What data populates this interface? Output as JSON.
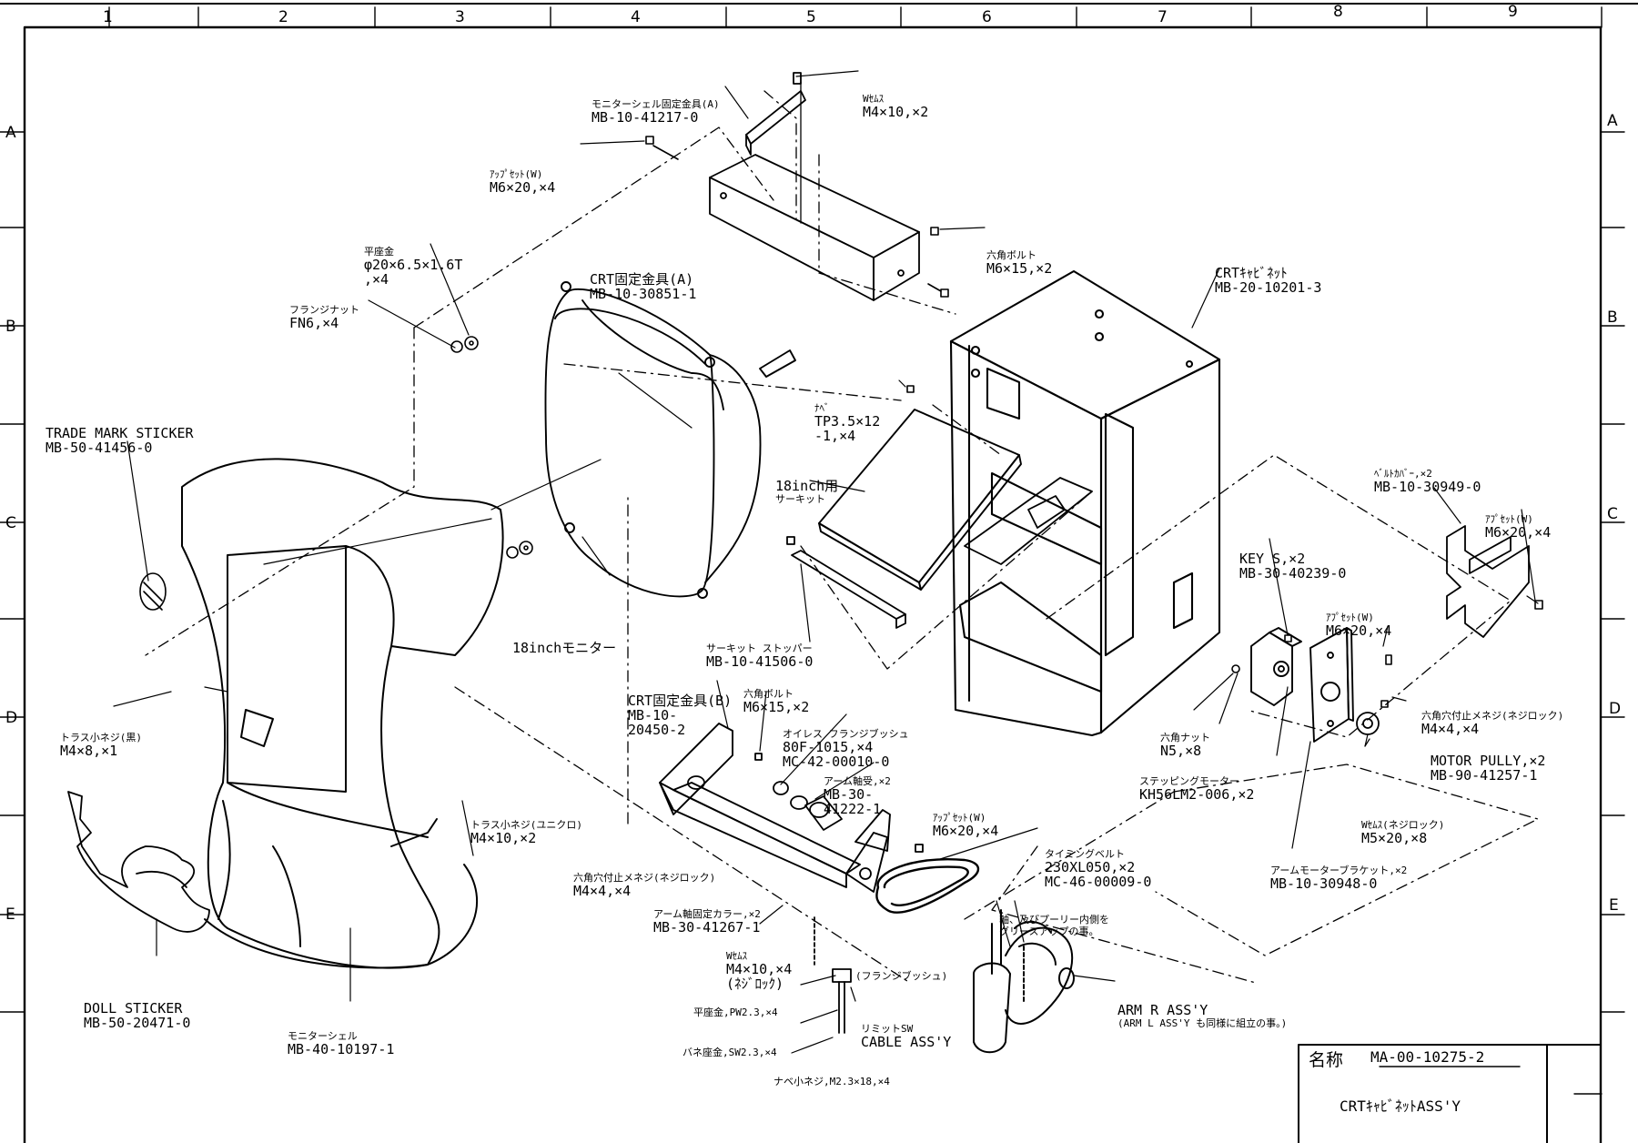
{
  "drawing": {
    "col_markers": [
      "1",
      "2",
      "3",
      "4",
      "5",
      "6",
      "7",
      "8",
      "9"
    ],
    "row_markers": [
      "A",
      "B",
      "C",
      "D",
      "E"
    ],
    "title_block": {
      "name_label": "名称",
      "drawing_number": "MA-00-10275-2",
      "title": "CRTｷｬﾋﾞﾈｯﾄASS'Y"
    }
  },
  "parts": {
    "monitor_shell_bracket_a": {
      "name": "モニターシェル固定金具(A)",
      "code": "MB-10-41217-0"
    },
    "w_sems_top": {
      "name": "Wｾﾑｽ",
      "code": "M4×10,×2"
    },
    "upset_w_top": {
      "name": "ｱｯﾌﾟｾｯﾄ(W)",
      "code": "M6×20,×4"
    },
    "flat_washer": {
      "name": "平座金",
      "line2": "φ20×6.5×1.6T",
      "line3": ",×4"
    },
    "hex_bolt_top": {
      "name": "六角ボルト",
      "code": "M6×15,×2"
    },
    "crt_bracket_a": {
      "name": "CRT固定金具(A)",
      "code": "MB-10-30851-1"
    },
    "flange_nut": {
      "name": "フランジナット",
      "code": "FN6,×4"
    },
    "crt_cabinet": {
      "name": "CRTｷｬﾋﾞﾈｯﾄ",
      "code": "MB-20-10201-3"
    },
    "pan_screw": {
      "name": "ﾅﾍﾞ",
      "line2": "TP3.5×12",
      "line3": "-1,×4"
    },
    "trade_mark_sticker": {
      "name": "TRADE MARK STICKER",
      "code": "MB-50-41456-0"
    },
    "circuit_18": {
      "name": "18inch用",
      "line2": "サーキット"
    },
    "belt_cover": {
      "name": "ﾍﾞﾙﾄｶﾊﾞｰ,×2",
      "code": "MB-10-30949-0"
    },
    "upset_w_right": {
      "name": "ｱﾌﾟｾｯﾄ(W)",
      "code": "M6×20,×4"
    },
    "key_s": {
      "name": "KEY S,×2",
      "code": "MB-30-40239-0"
    },
    "monitor_18": {
      "name": "18inchモニター"
    },
    "circuit_stopper": {
      "name": "サーキット ストッパー",
      "code": "MB-10-41506-0"
    },
    "upset_w_mid": {
      "name": "ｱﾌﾟｾｯﾄ(W)",
      "code": "M6×20,×4"
    },
    "crt_bracket_b": {
      "name": "CRT固定金具(B)",
      "line2": "MB-10-",
      "line3": "20450-2"
    },
    "hex_bolt_mid": {
      "name": "六角ボルト",
      "code": "M6×15,×2"
    },
    "oilless_bush": {
      "name": "オイレス フランジブッシュ",
      "line2": "80F-1015,×4",
      "line3": "MC-42-00010-0"
    },
    "arm_shaft": {
      "name": "アーム軸受,×2",
      "line2": "MB-30-",
      "line3": "41222-1"
    },
    "hex_set_screw_right": {
      "name": "六角穴付止メネジ(ネジロック)",
      "code": "M4×4,×4"
    },
    "hex_nut": {
      "name": "六角ナット",
      "code": "N5,×8"
    },
    "motor_pully": {
      "name": "MOTOR PULLY,×2",
      "code": "MB-90-41257-1"
    },
    "truss_black": {
      "name": "トラス小ネジ(黒)",
      "code": "M4×8,×1"
    },
    "stepping_motor": {
      "name": "ステッピングモーター",
      "code": "KH56LM2-006,×2"
    },
    "truss_unichrome": {
      "name": "トラス小ネジ(ユニクロ)",
      "code": "M4×10,×2"
    },
    "upset_w_low": {
      "name": "ｱｯﾌﾟｾｯﾄ(W)",
      "code": "M6×20,×4"
    },
    "w_sems_lock": {
      "name": "Wｾﾑｽ(ネジロック)",
      "code": "M5×20,×8"
    },
    "timing_belt": {
      "name": "タイミングベルト",
      "line2": "230XL050,×2",
      "line3": "MC-46-00009-0"
    },
    "hex_set_screw_left": {
      "name": "六角穴付止メネジ(ネジロック)",
      "code": "M4×4,×4"
    },
    "arm_motor_bracket": {
      "name": "アームモーターブラケット,×2",
      "code": "MB-10-30948-0"
    },
    "arm_collar": {
      "name": "アーム軸固定カラー,×2",
      "code": "MB-30-41267-1"
    },
    "grease_note": {
      "name": "軸、及びプーリー内側を",
      "line2": "グリースアップの事。"
    },
    "w_sems_low": {
      "name": "Wｾﾑｽ",
      "line2": "M4×10,×4",
      "line3": "(ﾈｼﾞﾛｯｸ)"
    },
    "flange_bush": {
      "name": "(フランジブッシュ)"
    },
    "doll_sticker": {
      "name": "DOLL STICKER",
      "code": "MB-50-20471-0"
    },
    "monitor_shell": {
      "name": "モニターシェル",
      "code": "MB-40-10197-1"
    },
    "arm_r": {
      "name": "ARM R ASS'Y",
      "line2": "(ARM L ASS'Y も同様に組立の事。)"
    },
    "flat_washer_small": {
      "name": "平座金,PW2.3,×4"
    },
    "limit_sw": {
      "name": "リミットSW",
      "code": "CABLE ASS'Y"
    },
    "spring_washer": {
      "name": "バネ座金,SW2.3,×4"
    },
    "pan_small_screw": {
      "name": "ナベ小ネジ,M2.3×18,×4"
    }
  }
}
